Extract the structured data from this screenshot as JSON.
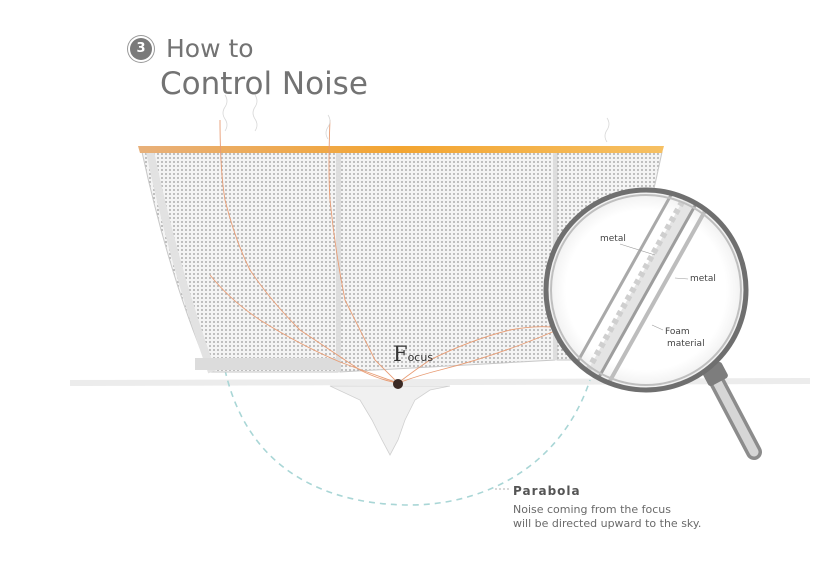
{
  "header": {
    "step_number": "3",
    "title_line1": "How to",
    "title_line2": "Control Noise"
  },
  "diagram": {
    "focus_label_big": "F",
    "focus_label_small": "ocus",
    "magnifier_labels": [
      "metal",
      "metal",
      "Foam",
      "material"
    ],
    "parabola_title": "Parabola",
    "parabola_desc_line1": "Noise coming from the focus",
    "parabola_desc_line2": "will be directed upward to the sky."
  },
  "colors": {
    "orange_rim": "#f0a43a",
    "wave": "#e8a07a",
    "parabola": "#9fd4d4",
    "focus_dot": "#3b2a24"
  }
}
